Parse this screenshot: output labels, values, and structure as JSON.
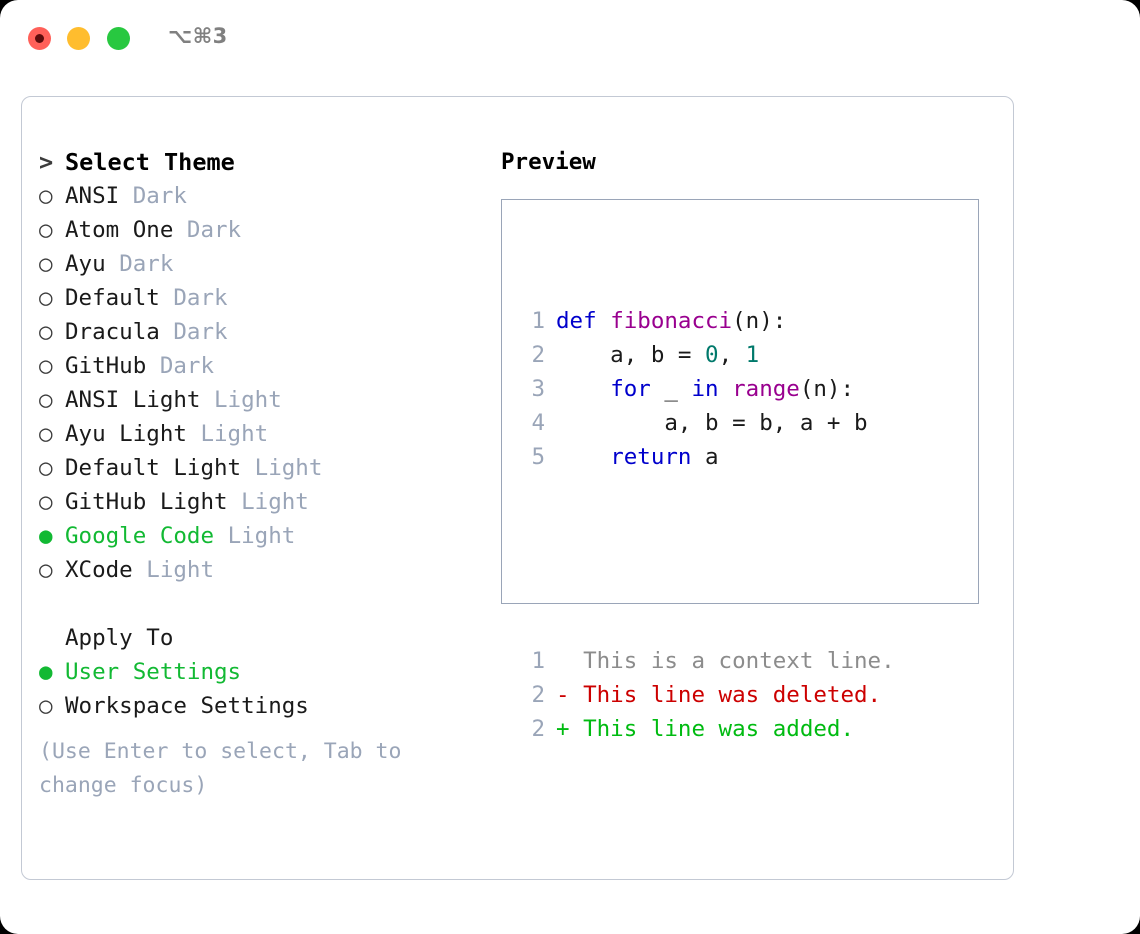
{
  "titlebar": {
    "shortcut": "⌥⌘3",
    "buttons": [
      "close",
      "minimize",
      "maximize"
    ]
  },
  "left": {
    "header": {
      "prompt": ">",
      "label": "Select Theme"
    },
    "themes": [
      {
        "marker": "○",
        "name": "ANSI",
        "tag": "Dark",
        "selected": false
      },
      {
        "marker": "○",
        "name": "Atom One",
        "tag": "Dark",
        "selected": false
      },
      {
        "marker": "○",
        "name": "Ayu",
        "tag": "Dark",
        "selected": false
      },
      {
        "marker": "○",
        "name": "Default",
        "tag": "Dark",
        "selected": false
      },
      {
        "marker": "○",
        "name": "Dracula",
        "tag": "Dark",
        "selected": false
      },
      {
        "marker": "○",
        "name": "GitHub",
        "tag": "Dark",
        "selected": false
      },
      {
        "marker": "○",
        "name": "ANSI Light",
        "tag": "Light",
        "selected": false
      },
      {
        "marker": "○",
        "name": "Ayu Light",
        "tag": "Light",
        "selected": false
      },
      {
        "marker": "○",
        "name": "Default Light",
        "tag": "Light",
        "selected": false
      },
      {
        "marker": "○",
        "name": "GitHub Light",
        "tag": "Light",
        "selected": false
      },
      {
        "marker": "●",
        "name": "Google Code",
        "tag": "Light",
        "selected": true
      },
      {
        "marker": "○",
        "name": "XCode",
        "tag": "Light",
        "selected": false
      }
    ],
    "apply_to": {
      "label": "Apply To",
      "options": [
        {
          "marker": "●",
          "name": "User Settings",
          "selected": true
        },
        {
          "marker": "○",
          "name": "Workspace Settings",
          "selected": false
        }
      ]
    },
    "hint": "(Use Enter to select, Tab to change focus)"
  },
  "right": {
    "title": "Preview",
    "code_lines": [
      {
        "num": "1",
        "tokens": [
          {
            "t": "def ",
            "c": "kw"
          },
          {
            "t": "fibonacci",
            "c": "fn"
          },
          {
            "t": "(n):",
            "c": "plain"
          }
        ]
      },
      {
        "num": "2",
        "tokens": [
          {
            "t": "    a, b = ",
            "c": "plain"
          },
          {
            "t": "0",
            "c": "num"
          },
          {
            "t": ", ",
            "c": "plain"
          },
          {
            "t": "1",
            "c": "num"
          }
        ]
      },
      {
        "num": "3",
        "tokens": [
          {
            "t": "    ",
            "c": "plain"
          },
          {
            "t": "for",
            "c": "kw"
          },
          {
            "t": " _ ",
            "c": "plain"
          },
          {
            "t": "in",
            "c": "kw"
          },
          {
            "t": " ",
            "c": "plain"
          },
          {
            "t": "range",
            "c": "fn"
          },
          {
            "t": "(n):",
            "c": "plain"
          }
        ]
      },
      {
        "num": "4",
        "tokens": [
          {
            "t": "        a, b = b, a + b",
            "c": "plain"
          }
        ]
      },
      {
        "num": "5",
        "tokens": [
          {
            "t": "    ",
            "c": "plain"
          },
          {
            "t": "return",
            "c": "kw"
          },
          {
            "t": " a",
            "c": "plain"
          }
        ]
      }
    ],
    "diff_lines": [
      {
        "num": "1",
        "text": "  This is a context line.",
        "kind": "ctx"
      },
      {
        "num": "2",
        "text": "- This line was deleted.",
        "kind": "del"
      },
      {
        "num": "2",
        "text": "+ This line was added.",
        "kind": "add"
      }
    ]
  },
  "colors": {
    "accent_green": "#12b933",
    "tag_gray": "#9aa5b8",
    "keyword": "#0000cc",
    "function": "#99008f",
    "number": "#00796b",
    "diff_deleted": "#cc0000",
    "diff_added": "#00bb11",
    "context": "#8c8c8c",
    "border": "#c3c9d4"
  }
}
